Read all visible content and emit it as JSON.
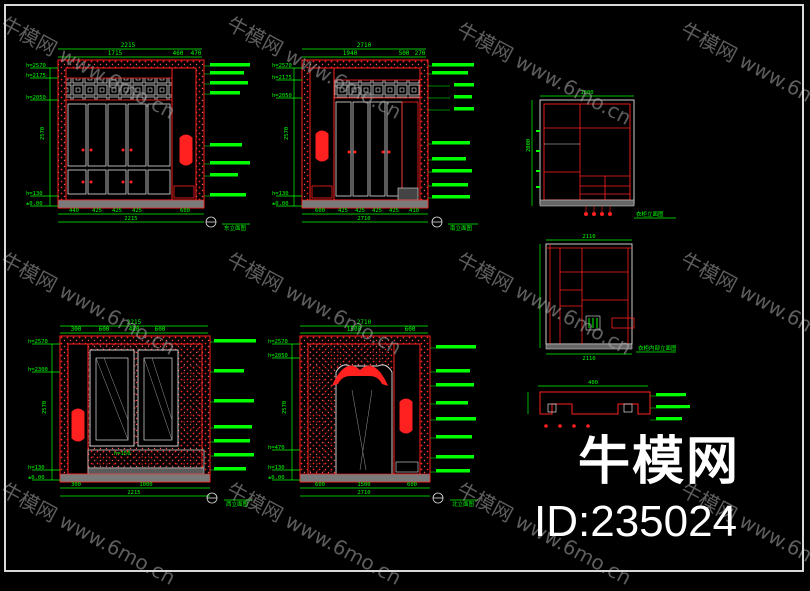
{
  "colors": {
    "background": "#000000",
    "line_red": "#ff2020",
    "line_green": "#00ff00",
    "line_white": "#d8d8d8",
    "line_cyan": "#00d0d0",
    "watermark": "#a8a8a8"
  },
  "watermark": {
    "text": "牛模网 www.6mo.cn"
  },
  "brand": {
    "name": "牛模网",
    "id_label": "ID:235024"
  },
  "drawings": {
    "elev1": {
      "top_dims": [
        "2215",
        "1715",
        "460",
        "470"
      ],
      "bottom_dims": [
        "440",
        "425",
        "425",
        "425",
        "600"
      ],
      "total_bottom": "2215",
      "levels": [
        "h=2570",
        "h=2175",
        "h=2050",
        "h=130",
        "±0.00"
      ],
      "height": "2570",
      "title": "东立面图"
    },
    "elev2": {
      "top_dims": [
        "2710",
        "1940",
        "500",
        "270"
      ],
      "bottom_dims": [
        "600",
        "425",
        "425",
        "425",
        "425",
        "410"
      ],
      "total_bottom": "2710",
      "levels": [
        "h=2570",
        "h=2175",
        "h=2050",
        "h=130",
        "±0.00"
      ],
      "height": "2570",
      "title": "南立面图"
    },
    "elev3": {
      "top_dims": [
        "2215",
        "300",
        "600",
        "480",
        "600"
      ],
      "bottom_dims": [
        "300",
        "1000",
        "2215"
      ],
      "total_bottom": "2215",
      "levels": [
        "h=2570",
        "h=2300",
        "h=130",
        "±0.00"
      ],
      "height": "2570",
      "bench_label": "h=150",
      "title": "西立面图"
    },
    "elev4": {
      "top_dims": [
        "2710",
        "1500",
        "600"
      ],
      "bottom_dims": [
        "600",
        "1500",
        "600"
      ],
      "total_bottom": "2710",
      "levels": [
        "h=2570",
        "h=2050",
        "h=470",
        "h=130",
        "±0.00"
      ],
      "height": "2570",
      "title": "北立面图"
    },
    "cab1": {
      "top_dim": "1800",
      "side_dim": "2000",
      "title": "衣柜立面图"
    },
    "cab2": {
      "top_dim": "2110",
      "bottom_dim": "2110",
      "title": "衣柜内部立面图"
    },
    "detail": {
      "top_dim": "400"
    }
  }
}
